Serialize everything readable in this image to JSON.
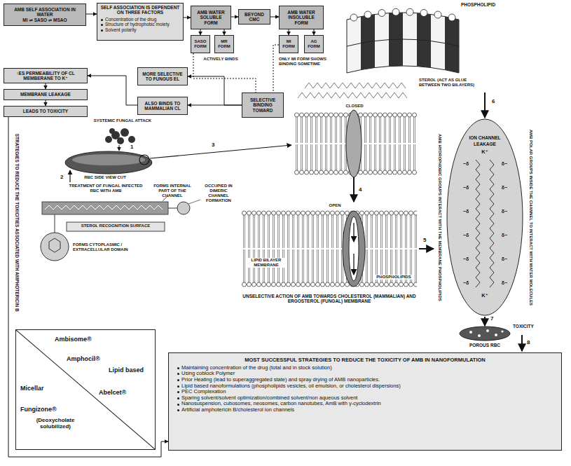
{
  "diagram": {
    "nodes": [
      {
        "text": [
          "AMB SELF ASSOCIATION IN WATER",
          "MI ⇌ SASO ⇌ MSAO"
        ]
      },
      {
        "text": [
          "SELF ASSOCIATION IS DEPENDENT ON THREE FACTORS",
          "Concentration of the drug",
          "Structure of hydrophobic moiety",
          "Solvent polarity"
        ]
      },
      {
        "text": [
          "AMB WATER SOLUBLE FORM"
        ]
      },
      {
        "text": [
          "BEYOND CMC"
        ]
      },
      {
        "text": [
          "AMB WATER INSOLUBLE FORM"
        ]
      },
      {
        "text": [
          "SASO FORM"
        ]
      },
      {
        "text": [
          "MR FORM"
        ]
      },
      {
        "text": [
          "MI FORM"
        ]
      },
      {
        "text": [
          "AG FORM"
        ]
      },
      {
        "text": [
          "↑ES PERMEABILITY OF CL MEMBERANE TO K⁺"
        ]
      },
      {
        "text": [
          "MORE SELECTIVE TO FUNGUS EL"
        ]
      },
      {
        "text": [
          "SELECTIVE BINDING TOWARD"
        ]
      },
      {
        "text": [
          "ALSO BINDS TO MAMMALIAN CL"
        ]
      },
      {
        "text": [
          "MEMBRANE LEAKAGE"
        ]
      },
      {
        "text": [
          "LEADS TO TOXICITY"
        ]
      },
      {
        "text": [
          "Ambisome®",
          "Amphocil®",
          "Lipid based",
          "Micellar",
          "Abelcet®",
          "Fungizone®",
          "(Deoxycholate solubilized)"
        ]
      },
      {
        "text": [
          "MOST SUCCESSFUL STRATEGIES TO REDUCE THE TOXICITY OF AMB IN NANOFORMULATION",
          "Maintaining concentration of the drug (total and in stock solution)",
          "Using coblock Polymer",
          "Prior Heating (lead to superaggregated state) and spray drying of AMB nanoparticles.",
          "Lipid based nanoformulations (phospholipids vesicles, oil emulsion, or cholesterol dispersions)",
          "PEC Complexation",
          "Sparing solvent/solvent optimization/combined solvent/non aqueous solvent",
          "Nanosuspension, cubosomes, neosomes, carbon nanotubes, AmB with γ-cyclodextrin",
          "Artificial amphotericin B/cholesterol ion channels"
        ]
      }
    ],
    "edges": [
      {
        "from": 0,
        "to": 1,
        "arrow": "to"
      },
      {
        "from": 1,
        "to": 2,
        "arrow": "to"
      },
      {
        "from": 2,
        "to": 3,
        "arrow": "to"
      },
      {
        "from": 3,
        "to": 4,
        "arrow": "to"
      },
      {
        "from": 2,
        "to": 5,
        "arrow": "to"
      },
      {
        "from": 2,
        "to": 6,
        "arrow": "to"
      },
      {
        "from": 4,
        "to": 7,
        "arrow": "to"
      },
      {
        "from": 4,
        "to": 8,
        "arrow": "to"
      },
      {
        "from": 5,
        "to": 11,
        "arrow": "none"
      },
      {
        "from": 7,
        "to": 11,
        "arrow": "none"
      },
      {
        "from": 11,
        "to": 10,
        "arrow": "to"
      },
      {
        "from": 11,
        "to": 12,
        "arrow": "to"
      },
      {
        "from": 12,
        "to": 9,
        "arrow": "to"
      },
      {
        "from": 9,
        "to": 13,
        "arrow": "to"
      },
      {
        "from": 13,
        "to": 14,
        "arrow": "to"
      },
      {
        "from": 14,
        "to": 16,
        "arrow": "to"
      }
    ],
    "labels": [
      "ACTIVELY BINDS",
      "ONLY MI FORM SHOWS BINDING SOMETIME",
      "STRATEGIES TO REDUCE THE TOXICITIES ASSOCIATED WITH AMPHOTERICIN B",
      "PHOSPHOLIPID",
      "STEROL (ACT AS GLUE BETWEEN TWO BILAYERS)",
      "6",
      "SYSTEMIC FUNGAL ATTACK",
      "1",
      "RBC SIDE VIEW CUT",
      "2",
      "TREATMENT OF FUNGAL INFECTED RBC WITH AMB",
      "3",
      "CLOSED",
      "4",
      "OPEN",
      "LIPID BILAYER MEMBRANE",
      "PHOSPHOLIPIDS",
      "UNSELECTIVE ACTION OF AMB TOWARDS CHOLESTEROL (MAMMALIAN) AND ERGOSTEROL (FUNGAL) MEMBRANE",
      "5",
      "FORMS INTERNAL PART OF THE CHANNEL",
      "OCCUPIED IN DIMERIC CHANNEL FORMATION",
      "STEROL RECOGNITION SURFACE",
      "FORMS CYTOPLASMIC / EXTRACELLULAR DOMAIN",
      "ION CHANNEL",
      "LEAKAGE",
      "K⁺",
      "K⁺",
      "AMB HYDROPHOBIC GROUPS INTERACT WITH THE MEMBRANE PHOSPHOLIPIDS",
      "AMB POLAR GROUPS INSIDE THE CHANNEL TO INTERACT WITH WATER MOLECULES",
      "7",
      "POROUS RBC",
      "TOXICITY",
      "8",
      "−δ",
      "δ−",
      "−δ",
      "δ−",
      "−δ",
      "δ−",
      "−δ",
      "δ−",
      "−δ",
      "δ−",
      "−δ",
      "δ−"
    ]
  }
}
